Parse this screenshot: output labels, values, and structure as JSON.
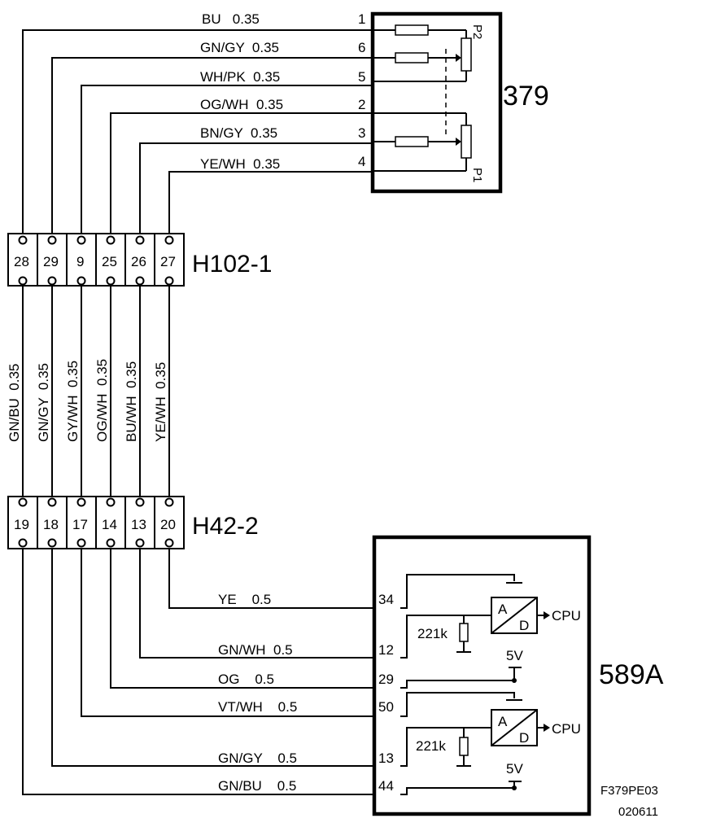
{
  "components": {
    "sensor": {
      "id": "379",
      "resistors": [
        "P2",
        "P1"
      ]
    },
    "control_unit": {
      "id": "589A"
    },
    "connector_top": {
      "id": "H102-1",
      "pins": [
        "28",
        "29",
        "9",
        "25",
        "26",
        "27"
      ]
    },
    "connector_bottom": {
      "id": "H42-2",
      "pins": [
        "19",
        "18",
        "17",
        "14",
        "13",
        "20"
      ]
    }
  },
  "top_wires": [
    {
      "label": "BU   0.35",
      "pin": "1"
    },
    {
      "label": "GN/GY  0.35",
      "pin": "6"
    },
    {
      "label": "WH/PK  0.35",
      "pin": "5"
    },
    {
      "label": "OG/WH  0.35",
      "pin": "2"
    },
    {
      "label": "BN/GY  0.35",
      "pin": "3"
    },
    {
      "label": "YE/WH  0.35",
      "pin": "4"
    }
  ],
  "harness_wires": [
    "GN/BU  0.35",
    "GN/GY  0.35",
    "GY/WH  0.35",
    "OG/WH  0.35",
    "BU/WH  0.35",
    "YE/WH  0.35"
  ],
  "bottom_wires": [
    {
      "label": "YE    0.5",
      "pin": "34"
    },
    {
      "label": "GN/WH  0.5",
      "pin": "12"
    },
    {
      "label": "OG    0.5",
      "pin": "29"
    },
    {
      "label": "VT/WH    0.5",
      "pin": "50"
    },
    {
      "label": "GN/GY    0.5",
      "pin": "13"
    },
    {
      "label": "GN/BU    0.5",
      "pin": "44"
    }
  ],
  "internals": {
    "adc_a": "A",
    "adc_d": "D",
    "cpu": "CPU",
    "resistor": "221k",
    "supply": "5V"
  },
  "footer": {
    "code": "F379PE03",
    "date": "020611"
  }
}
